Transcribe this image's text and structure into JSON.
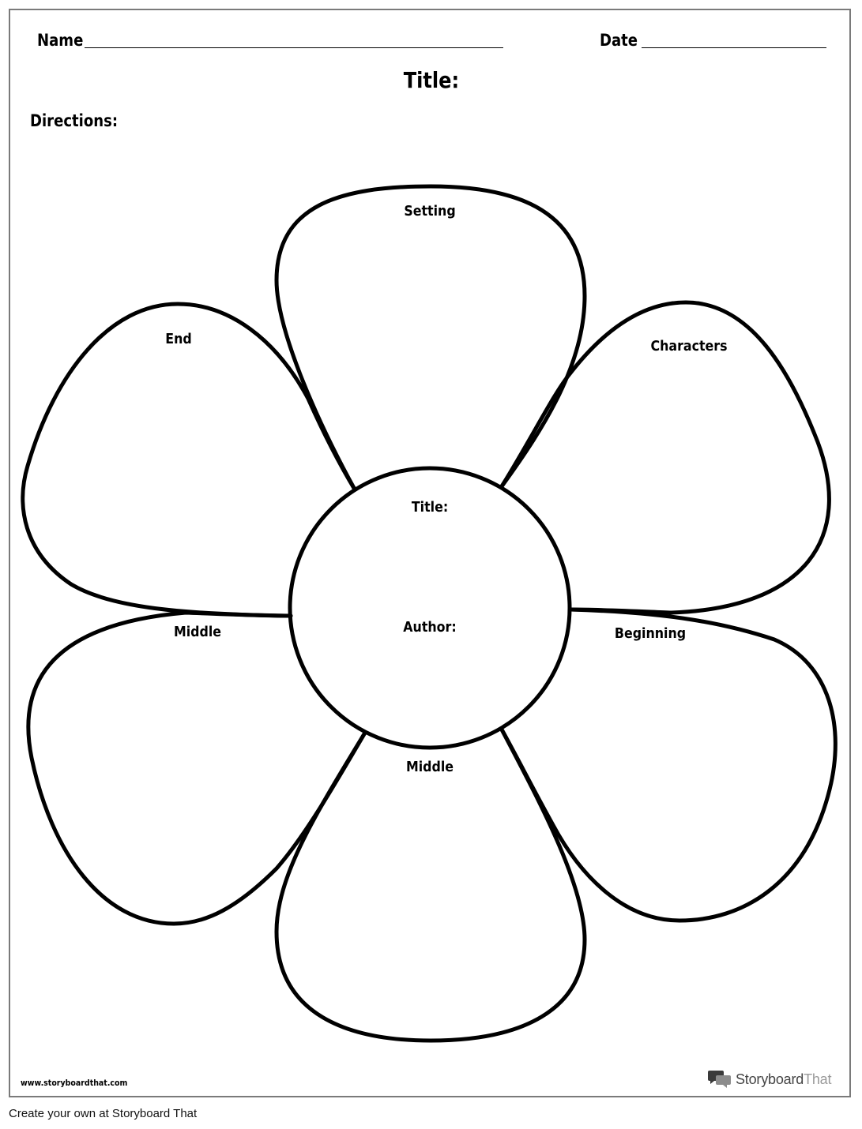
{
  "header": {
    "name_label": "Name",
    "date_label": "Date",
    "title_label": "Title:",
    "directions_label": "Directions:"
  },
  "flower": {
    "petals": {
      "top": "Setting",
      "upper_right": "Characters",
      "lower_right": "Beginning",
      "bottom": "Middle",
      "lower_left": "Middle",
      "upper_left": "End"
    },
    "center": {
      "title_label": "Title:",
      "author_label": "Author:"
    }
  },
  "footer": {
    "url": "www.storyboardthat.com",
    "brand_primary": "Storyboard",
    "brand_secondary": "That",
    "credit": "Create your own at Storyboard That"
  },
  "colors": {
    "outline": "#000000",
    "sheet_border": "#7a7a7a",
    "brand_dark": "#444444",
    "brand_light": "#9a9a9a"
  }
}
